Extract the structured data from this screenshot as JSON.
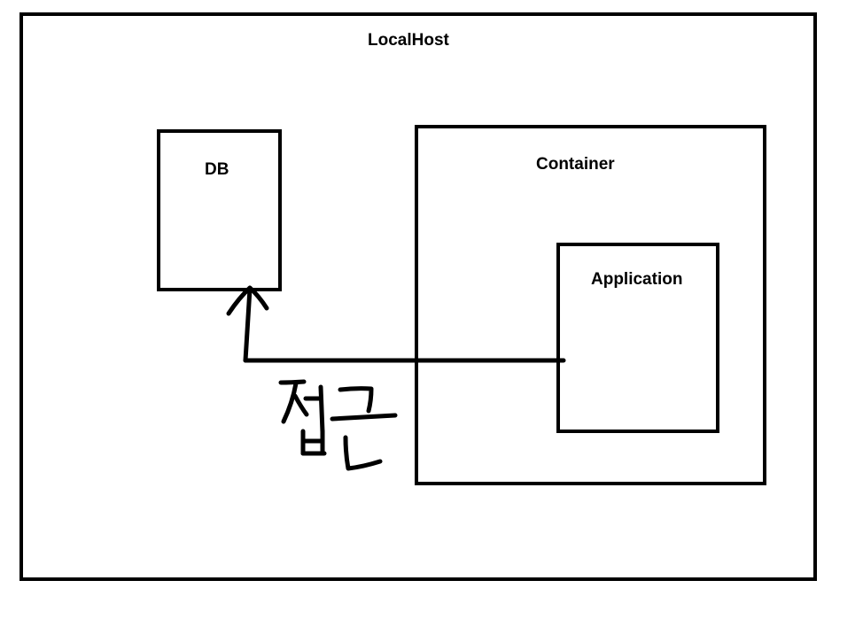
{
  "diagram": {
    "localhost": {
      "label": "LocalHost"
    },
    "db": {
      "label": "DB"
    },
    "container": {
      "label": "Container"
    },
    "application": {
      "label": "Application"
    },
    "connection": {
      "handwritten_text": "접근"
    }
  },
  "colors": {
    "stroke": "#000000",
    "background": "#ffffff"
  }
}
